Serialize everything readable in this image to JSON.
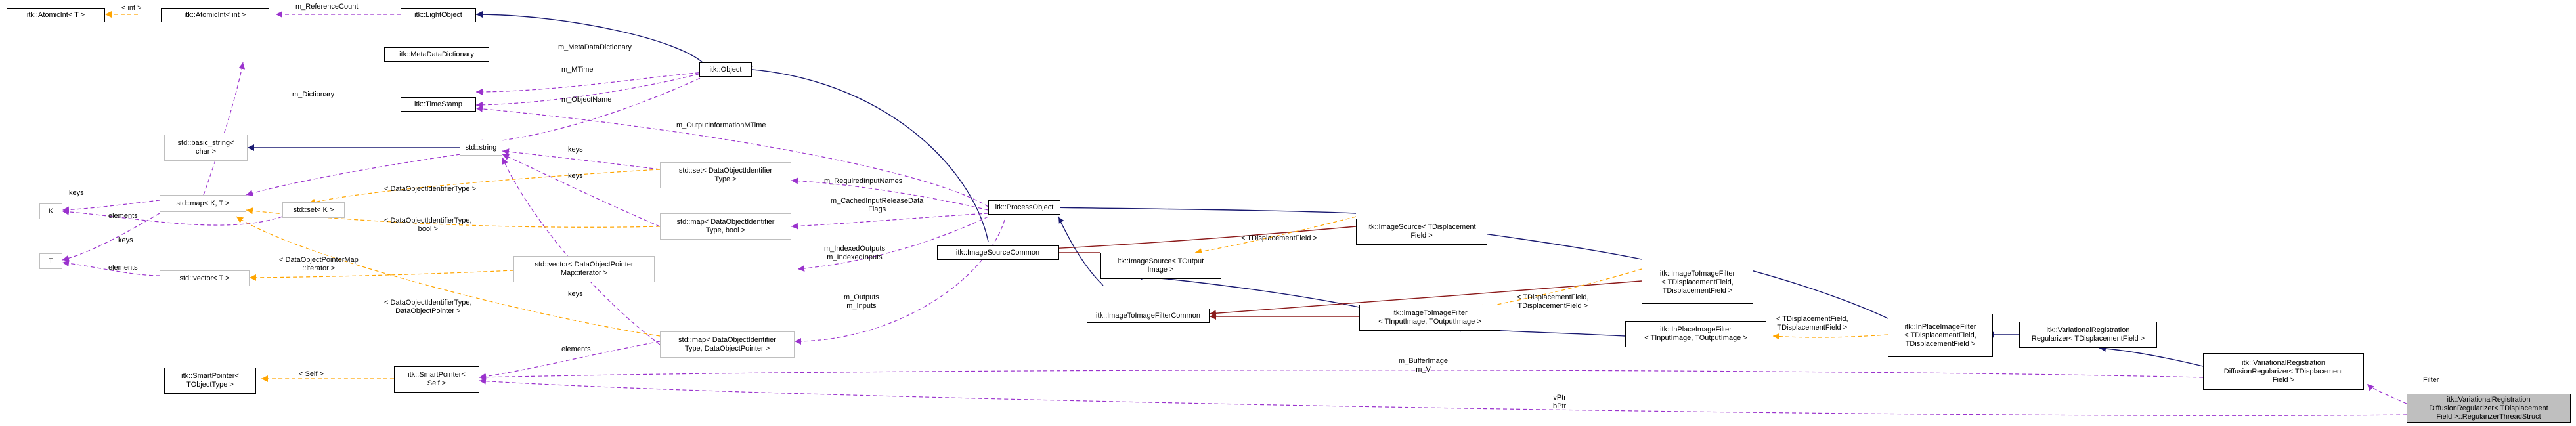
{
  "nodes": {
    "atomicint_t": "itk::AtomicInt< T >",
    "atomicint_int": "itk::AtomicInt< int >",
    "lightobject": "itk::LightObject",
    "metadatadict": "itk::MetaDataDictionary",
    "object": "itk::Object",
    "timestamp": "itk::TimeStamp",
    "basic_string": "std::basic_string<\nchar >",
    "std_string": "std::string",
    "k": "K",
    "t": "T",
    "map_kt": "std::map< K, T >",
    "set_k": "std::set< K >",
    "vector_t": "std::vector< T >",
    "set_doi": "std::set< DataObjectIdentifier\nType >",
    "map_doi_bool": "std::map< DataObjectIdentifier\nType, bool >",
    "vector_dopm": "std::vector< DataObjectPointer\nMap::iterator >",
    "map_doi_dop": "std::map< DataObjectIdentifier\nType, DataObjectPointer >",
    "smartptr_tobj": "itk::SmartPointer<\nTObjectType >",
    "smartptr_self": "itk::SmartPointer<\nSelf >",
    "processobject": "itk::ProcessObject",
    "imagesourcecommon": "itk::ImageSourceCommon",
    "imagesource_tout": "itk::ImageSource< TOutput\nImage >",
    "imagesource_tdisp": "itk::ImageSource< TDisplacement\nField >",
    "imgtoimgcommon": "itk::ImageToImageFilterCommon",
    "imgtoimg_tin_tout": "itk::ImageToImageFilter\n< TInputImage, TOutputImage >",
    "imgtoimg_tdisp": "itk::ImageToImageFilter\n< TDisplacementField,\nTDisplacementField >",
    "inplace_tin_tout": "itk::InPlaceImageFilter\n< TInputImage, TOutputImage >",
    "inplace_tdisp": "itk::InPlaceImageFilter\n< TDisplacementField,\nTDisplacementField >",
    "varreg_regularizer": "itk::VariationalRegistration\nRegularizer< TDisplacementField >",
    "varreg_diffusion": "itk::VariationalRegistration\nDiffusionRegularizer< TDisplacement\nField >",
    "focus": "itk::VariationalRegistration\nDiffusionRegularizer< TDisplacement\nField >::RegularizerThreadStruct"
  },
  "edge_labels": {
    "int": "< int >",
    "m_referencecount": "m_ReferenceCount",
    "m_dictionary": "m_Dictionary",
    "m_metadatadictionary": "m_MetaDataDictionary",
    "m_mtime": "m_MTime",
    "m_objectname": "m_ObjectName",
    "m_outputinformationmtime": "m_OutputInformationMTime",
    "keys_a": "keys",
    "keys_b": "keys",
    "keys_c": "keys",
    "keys_d": "keys",
    "elements_a": "elements",
    "elements_b": "elements",
    "elements_c": "elements",
    "doi_type": "< DataObjectIdentifierType >",
    "m_requiredinputnames": "m_RequiredInputNames",
    "m_cachedinputreleasedataflags": "m_CachedInputReleaseData\nFlags",
    "doi_type_bool": "< DataObjectIdentifierType,\nbool >",
    "dopm_iterator": "< DataObjectPointerMap\n::iterator >",
    "m_indexedoutputs": "m_IndexedOutputs\nm_IndexedInputs",
    "m_outputs": "m_Outputs\nm_Inputs",
    "doi_type_dop": "< DataObjectIdentifierType,\nDataObjectPointer >",
    "self": "< Self >",
    "m_bufferimage": "m_BufferImage\nm_V",
    "vptr": "vPtr\nbPtr",
    "filter": "Filter",
    "tdisp_a": "< TDisplacementField >",
    "tdisp_b": "< TDisplacementField,\nTDisplacementField >",
    "tdisp_c": "< TDisplacementField,\nTDisplacementField >"
  },
  "colors": {
    "inheritance": "#191970",
    "usage": "#9a32cd",
    "template": "#ffa500",
    "private_inheritance": "#8b1a1a",
    "grey_border": "#bfbfbf",
    "focus_fill": "#bfbfbf"
  }
}
